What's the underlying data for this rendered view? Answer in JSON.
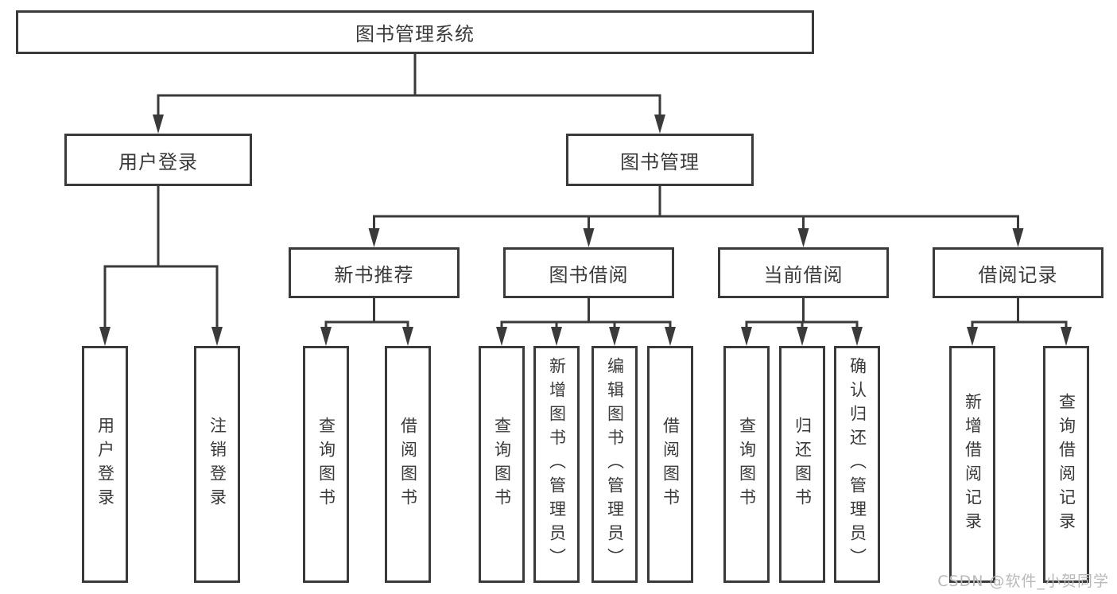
{
  "palette": {
    "line": "#3a3a3a",
    "text": "#3a3a3a",
    "background": "#ffffff",
    "watermark": "#b9b9b9"
  },
  "watermark": {
    "text": "CSDN @软件_小贺同学"
  },
  "tree": {
    "label": "图书管理系统",
    "children": [
      {
        "label": "用户登录",
        "children": [
          {
            "label": "用户登录"
          },
          {
            "label": "注销登录"
          }
        ]
      },
      {
        "label": "图书管理",
        "children": [
          {
            "label": "新书推荐",
            "children": [
              {
                "label": "查询图书"
              },
              {
                "label": "借阅图书"
              }
            ]
          },
          {
            "label": "图书借阅",
            "children": [
              {
                "label": "查询图书"
              },
              {
                "label": "新增图书（管理员）"
              },
              {
                "label": "编辑图书（管理员）"
              },
              {
                "label": "借阅图书"
              }
            ]
          },
          {
            "label": "当前借阅",
            "children": [
              {
                "label": "查询图书"
              },
              {
                "label": "归还图书"
              },
              {
                "label": "确认归还（管理员）"
              }
            ]
          },
          {
            "label": "借阅记录",
            "children": [
              {
                "label": "新增借阅记录"
              },
              {
                "label": "查询借阅记录"
              }
            ]
          }
        ]
      }
    ]
  }
}
